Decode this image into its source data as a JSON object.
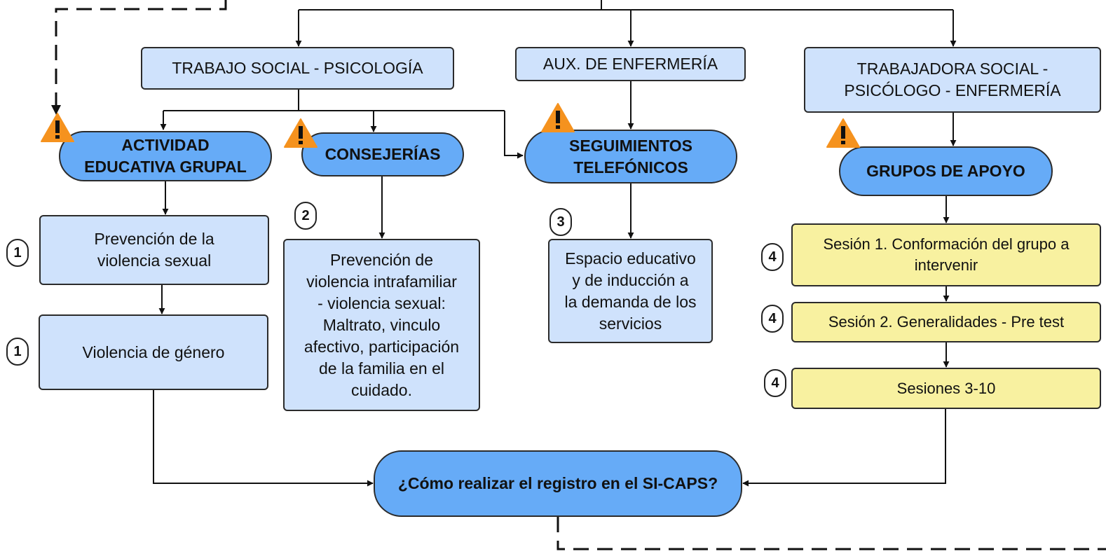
{
  "colors": {
    "role_fill": "#cfe2fc",
    "activity_fill": "#66abf7",
    "session_fill": "#f8f1a0",
    "warning": "#f5921e",
    "stroke": "#222222"
  },
  "icons": {
    "warning": "warning-triangle-icon"
  },
  "roles": {
    "trabajo_social_psicologia": "TRABAJO SOCIAL - PSICOLOGÍA",
    "aux_enfermeria": "AUX. DE ENFERMERÍA",
    "trabajadora_social": [
      "TRABAJADORA SOCIAL -",
      "PSICÓLOGO - ENFERMERÍA"
    ]
  },
  "activities": {
    "actividad_educativa": [
      "ACTIVIDAD",
      "EDUCATIVA GRUPAL"
    ],
    "consejerias": "CONSEJERÍAS",
    "seguimientos": [
      "SEGUIMIENTOS",
      "TELEFÓNICOS"
    ],
    "grupos_apoyo": "GRUPOS DE APOYO"
  },
  "topics": {
    "prevencion_violencia_sexual": [
      "Prevención de la",
      "violencia sexual"
    ],
    "violencia_genero": "Violencia de género",
    "prevencion_intrafamiliar": [
      "Prevención de",
      "violencia intrafamiliar",
      "- violencia sexual:",
      "Maltrato, vinculo",
      "afectivo, participación",
      "de la familia en el",
      "cuidado."
    ],
    "espacio_educativo": [
      "Espacio educativo",
      "y de inducción a",
      "la demanda de los",
      "servicios"
    ]
  },
  "sessions": {
    "sesion1": [
      "Sesión 1. Conformación del grupo a",
      "intervenir"
    ],
    "sesion2": "Sesión 2. Generalidades - Pre test",
    "sesiones3_10": "Sesiones 3-10"
  },
  "registro": "¿Cómo realizar el registro en el SI-CAPS?",
  "badges": {
    "b1a": "1",
    "b1b": "1",
    "b2": "2",
    "b3": "3",
    "b4a": "4",
    "b4b": "4",
    "b4c": "4"
  }
}
